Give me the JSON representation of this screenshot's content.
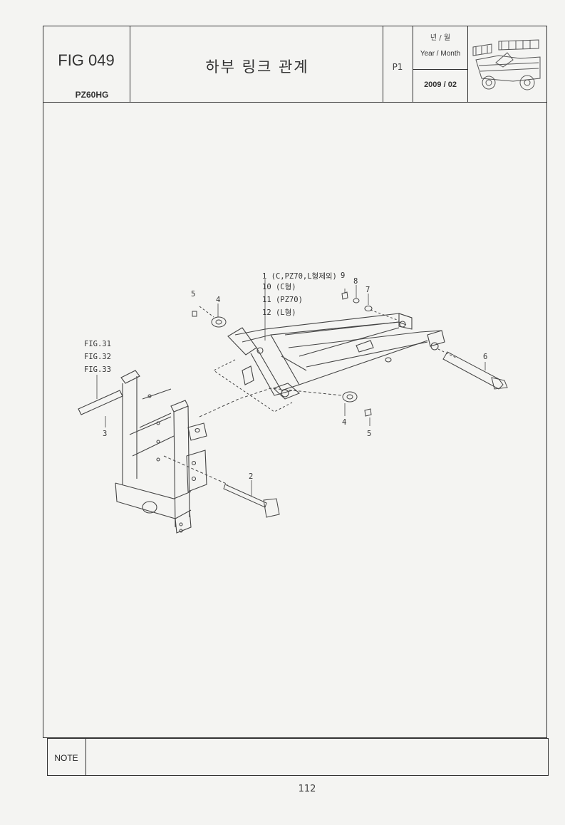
{
  "header": {
    "figure_number": "FIG 049",
    "model": "PZ60HG",
    "title": "하부 링크 관계",
    "page_code": "P1",
    "year_month_label_ko": "년 / 월",
    "year_month_label_en": "Year / Month",
    "year_month_value": "2009 / 02",
    "thumbnail_icon": "rice-transplanter-thumbnail"
  },
  "diagram": {
    "callouts": {
      "c1": "1 (C,PZ70,L형제외)",
      "c10": "10 (C형)",
      "c11": "11 (PZ70)",
      "c12": "12 (L형)",
      "c9": "9",
      "c8": "8",
      "c7": "7",
      "c4a": "4",
      "c5a": "5",
      "c6": "6",
      "c4b": "4",
      "c5b": "5",
      "c2": "2",
      "c3": "3",
      "fig31": "FIG.31",
      "fig32": "FIG.32",
      "fig33": "FIG.33"
    }
  },
  "footer": {
    "note_label": "NOTE",
    "page_number": "112"
  }
}
